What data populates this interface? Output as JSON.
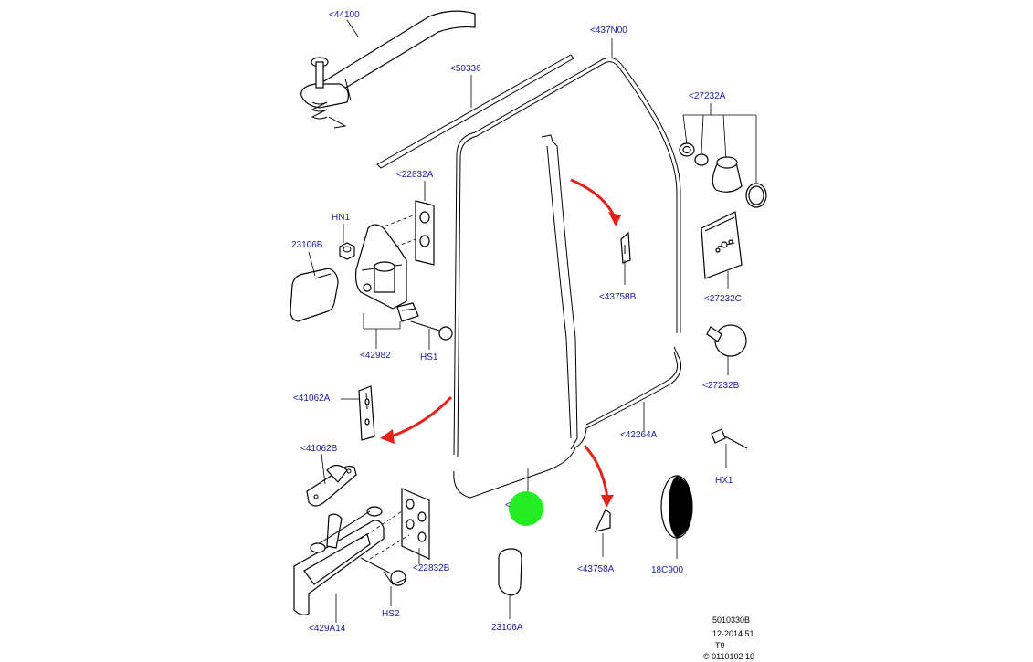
{
  "labels": {
    "c44100": "<44100",
    "c437N00": "<437N00",
    "c50336": "<50336",
    "c27232A": "<27232A",
    "c22832A": "<22832A",
    "cHN1": "HN1",
    "c23106B": "23106B",
    "c43758B": "<43758B",
    "c27232C": "<27232C",
    "c42982": "<42982",
    "cHS1": "HS1",
    "c27232B": "<27232B",
    "c41062A_top": "<41062A",
    "c42264A": "<42264A",
    "c41062B": "<41062B",
    "cHX1": "HX1",
    "c22832B": "<22832B",
    "c43758A": "<43758A",
    "c18C900": "18C900",
    "cHS2": "HS2",
    "c429A14": "<429A14",
    "c23106A": "23106A",
    "c_partial": "<"
  },
  "footer": {
    "line1": "5010330B",
    "line2": "12-2014 51",
    "line3": "T9",
    "line4": "© 0110102 10"
  },
  "colors": {
    "callout_text": "#1a1aa6",
    "arrow": "#e8201a",
    "marker": "#22ee22"
  },
  "marker": {
    "shape": "circle",
    "color": "green"
  }
}
